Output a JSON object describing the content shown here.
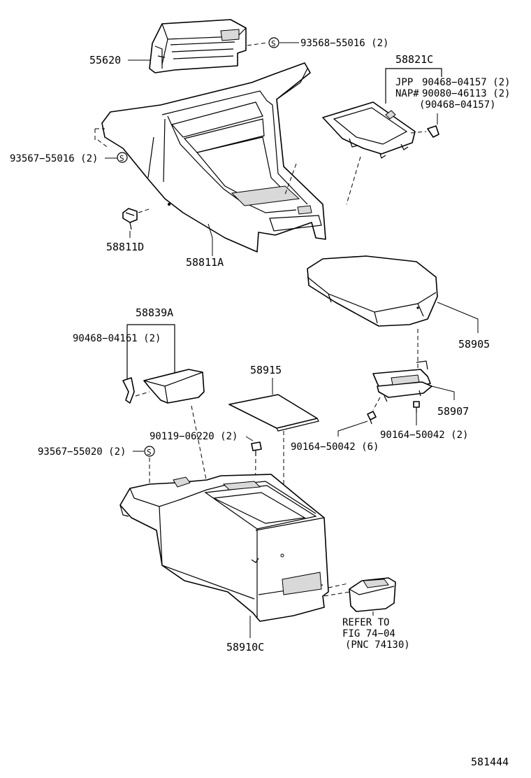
{
  "diagram": {
    "figure_number": "581444",
    "parts": {
      "p55620": "55620",
      "p93568_55016": "93568−55016 (2)",
      "p58821C": "58821C",
      "jpp_label": "JPP",
      "jpp_value": "90468−04157 (2)",
      "nap_label": "NAP#",
      "nap_value": "90080−46113 (2)",
      "nap_alt": "(90468−04157)",
      "p93567_55016": "93567−55016 (2)",
      "p58811D": "58811D",
      "p58811A": "58811A",
      "p58905": "58905",
      "p58839A": "58839A",
      "p90468_04161": "90468−04161 (2)",
      "p58915": "58915",
      "p58907": "58907",
      "p90119_06220": "90119−06220 (2)",
      "p90164_50042_6": "90164−50042 (6)",
      "p90164_50042_2": "90164−50042 (2)",
      "p93567_55020": "93567−55020 (2)",
      "p58910C": "58910C",
      "refer_line1": "REFER TO",
      "refer_line2": "FIG 74−04",
      "refer_line3": "(PNC 74130)"
    },
    "symbols": {
      "clip_symbol": "S"
    }
  }
}
